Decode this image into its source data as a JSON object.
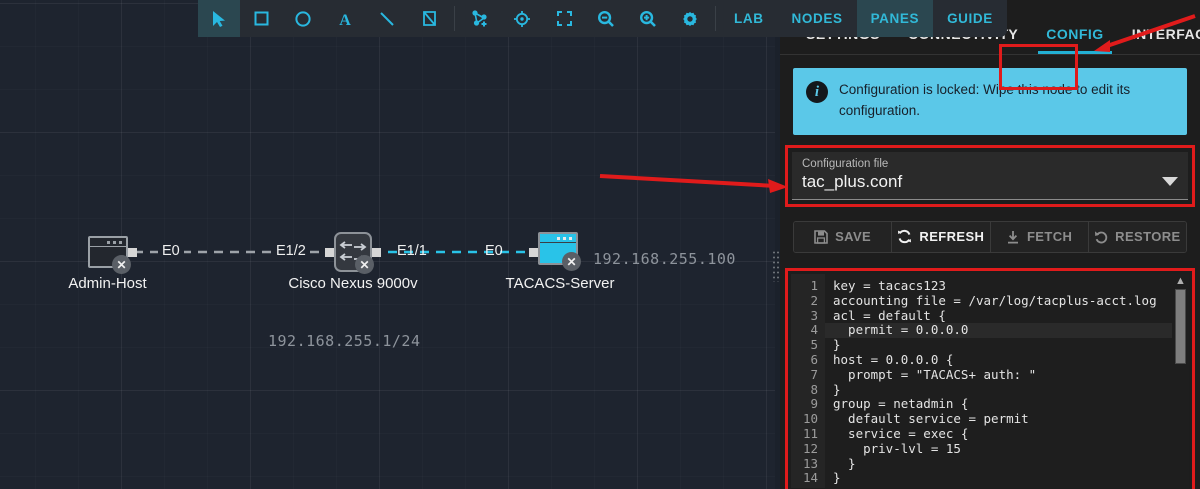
{
  "toolbar": {
    "tools": [
      {
        "name": "select-tool",
        "icon": "cursor-icon",
        "active": true
      },
      {
        "name": "rectangle-tool",
        "icon": "square-icon",
        "active": false
      },
      {
        "name": "ellipse-tool",
        "icon": "circle-icon",
        "active": false
      },
      {
        "name": "text-tool",
        "icon": "text-a-icon",
        "active": false
      },
      {
        "name": "line-tool",
        "icon": "line-icon",
        "active": false
      },
      {
        "name": "transform-tool",
        "icon": "transform-icon",
        "active": false
      },
      {
        "name": "add-node-tool",
        "icon": "node-plus-icon",
        "active": false
      },
      {
        "name": "center-tool",
        "icon": "crosshair-icon",
        "active": false
      },
      {
        "name": "fit-screen-tool",
        "icon": "fit-screen-icon",
        "active": false
      },
      {
        "name": "zoom-out-tool",
        "icon": "zoom-out-icon",
        "active": false
      },
      {
        "name": "zoom-in-tool",
        "icon": "zoom-in-icon",
        "active": false
      },
      {
        "name": "settings-tool",
        "icon": "gear-icon",
        "active": false
      }
    ],
    "tabs": [
      {
        "label": "LAB",
        "active": false
      },
      {
        "label": "NODES",
        "active": false
      },
      {
        "label": "PANES",
        "active": true
      },
      {
        "label": "GUIDE",
        "active": false
      }
    ]
  },
  "panel": {
    "tabs": [
      {
        "label": "SETTINGS",
        "active": false
      },
      {
        "label": "CONNECTIVITY",
        "active": false
      },
      {
        "label": "CONFIG",
        "active": true
      },
      {
        "label": "INTERFACES",
        "active": false
      }
    ],
    "banner": {
      "icon": "info-icon",
      "text": "Configuration is locked: Wipe this node to edit its configuration.",
      "background": "#5bc8e8"
    },
    "config_file": {
      "label": "Configuration file",
      "value": "tac_plus.conf",
      "caret_icon": "chevron-down-icon"
    },
    "actions": [
      {
        "label": "SAVE",
        "icon": "floppy-icon",
        "enabled": false
      },
      {
        "label": "REFRESH",
        "icon": "refresh-icon",
        "enabled": true
      },
      {
        "label": "FETCH",
        "icon": "download-icon",
        "enabled": false
      },
      {
        "label": "RESTORE",
        "icon": "undo-icon",
        "enabled": false
      }
    ],
    "editor": {
      "scroll_up_icon": "chevron-up-icon",
      "lines": [
        {
          "n": "1",
          "text": "key = tacacs123",
          "highlight": false
        },
        {
          "n": "2",
          "text": "accounting file = /var/log/tacplus-acct.log",
          "highlight": false
        },
        {
          "n": "3",
          "text": "acl = default {",
          "highlight": false
        },
        {
          "n": "4",
          "text": "  permit = 0.0.0.0",
          "highlight": true
        },
        {
          "n": "5",
          "text": "}",
          "highlight": false
        },
        {
          "n": "6",
          "text": "host = 0.0.0.0 {",
          "highlight": false
        },
        {
          "n": "7",
          "text": "  prompt = \"TACACS+ auth: \"",
          "highlight": false
        },
        {
          "n": "8",
          "text": "}",
          "highlight": false
        },
        {
          "n": "9",
          "text": "group = netadmin {",
          "highlight": false
        },
        {
          "n": "10",
          "text": "  default service = permit",
          "highlight": false
        },
        {
          "n": "11",
          "text": "  service = exec {",
          "highlight": false
        },
        {
          "n": "12",
          "text": "    priv-lvl = 15",
          "highlight": false
        },
        {
          "n": "13",
          "text": "  }",
          "highlight": false
        },
        {
          "n": "14",
          "text": "}",
          "highlight": false
        }
      ]
    }
  },
  "topology": {
    "nodes": [
      {
        "name": "node-admin-host",
        "label": "Admin-Host",
        "icon": "host-window-icon",
        "color": "#2a2e35"
      },
      {
        "name": "node-cisco-nexus",
        "label": "Cisco Nexus 9000v",
        "icon": "switch-icon",
        "color": "#34383f"
      },
      {
        "name": "node-tacacs-server",
        "label": "TACACS-Server",
        "icon": "server-window-icon",
        "color": "#29c3e8"
      }
    ],
    "interface_labels": [
      "E0",
      "E1/2",
      "E1/1",
      "E0"
    ],
    "ip_labels": [
      "192.168.255.100",
      "192.168.255.1/24"
    ],
    "node_status_badge": "x-close-icon"
  },
  "annotations": {
    "arrow_color": "#e01b1b",
    "arrows": [
      "arrow-to-config-tab",
      "arrow-to-configuration-file"
    ],
    "highlight_boxes": [
      "config-tab-highlight",
      "config-file-highlight",
      "editor-highlight"
    ]
  }
}
